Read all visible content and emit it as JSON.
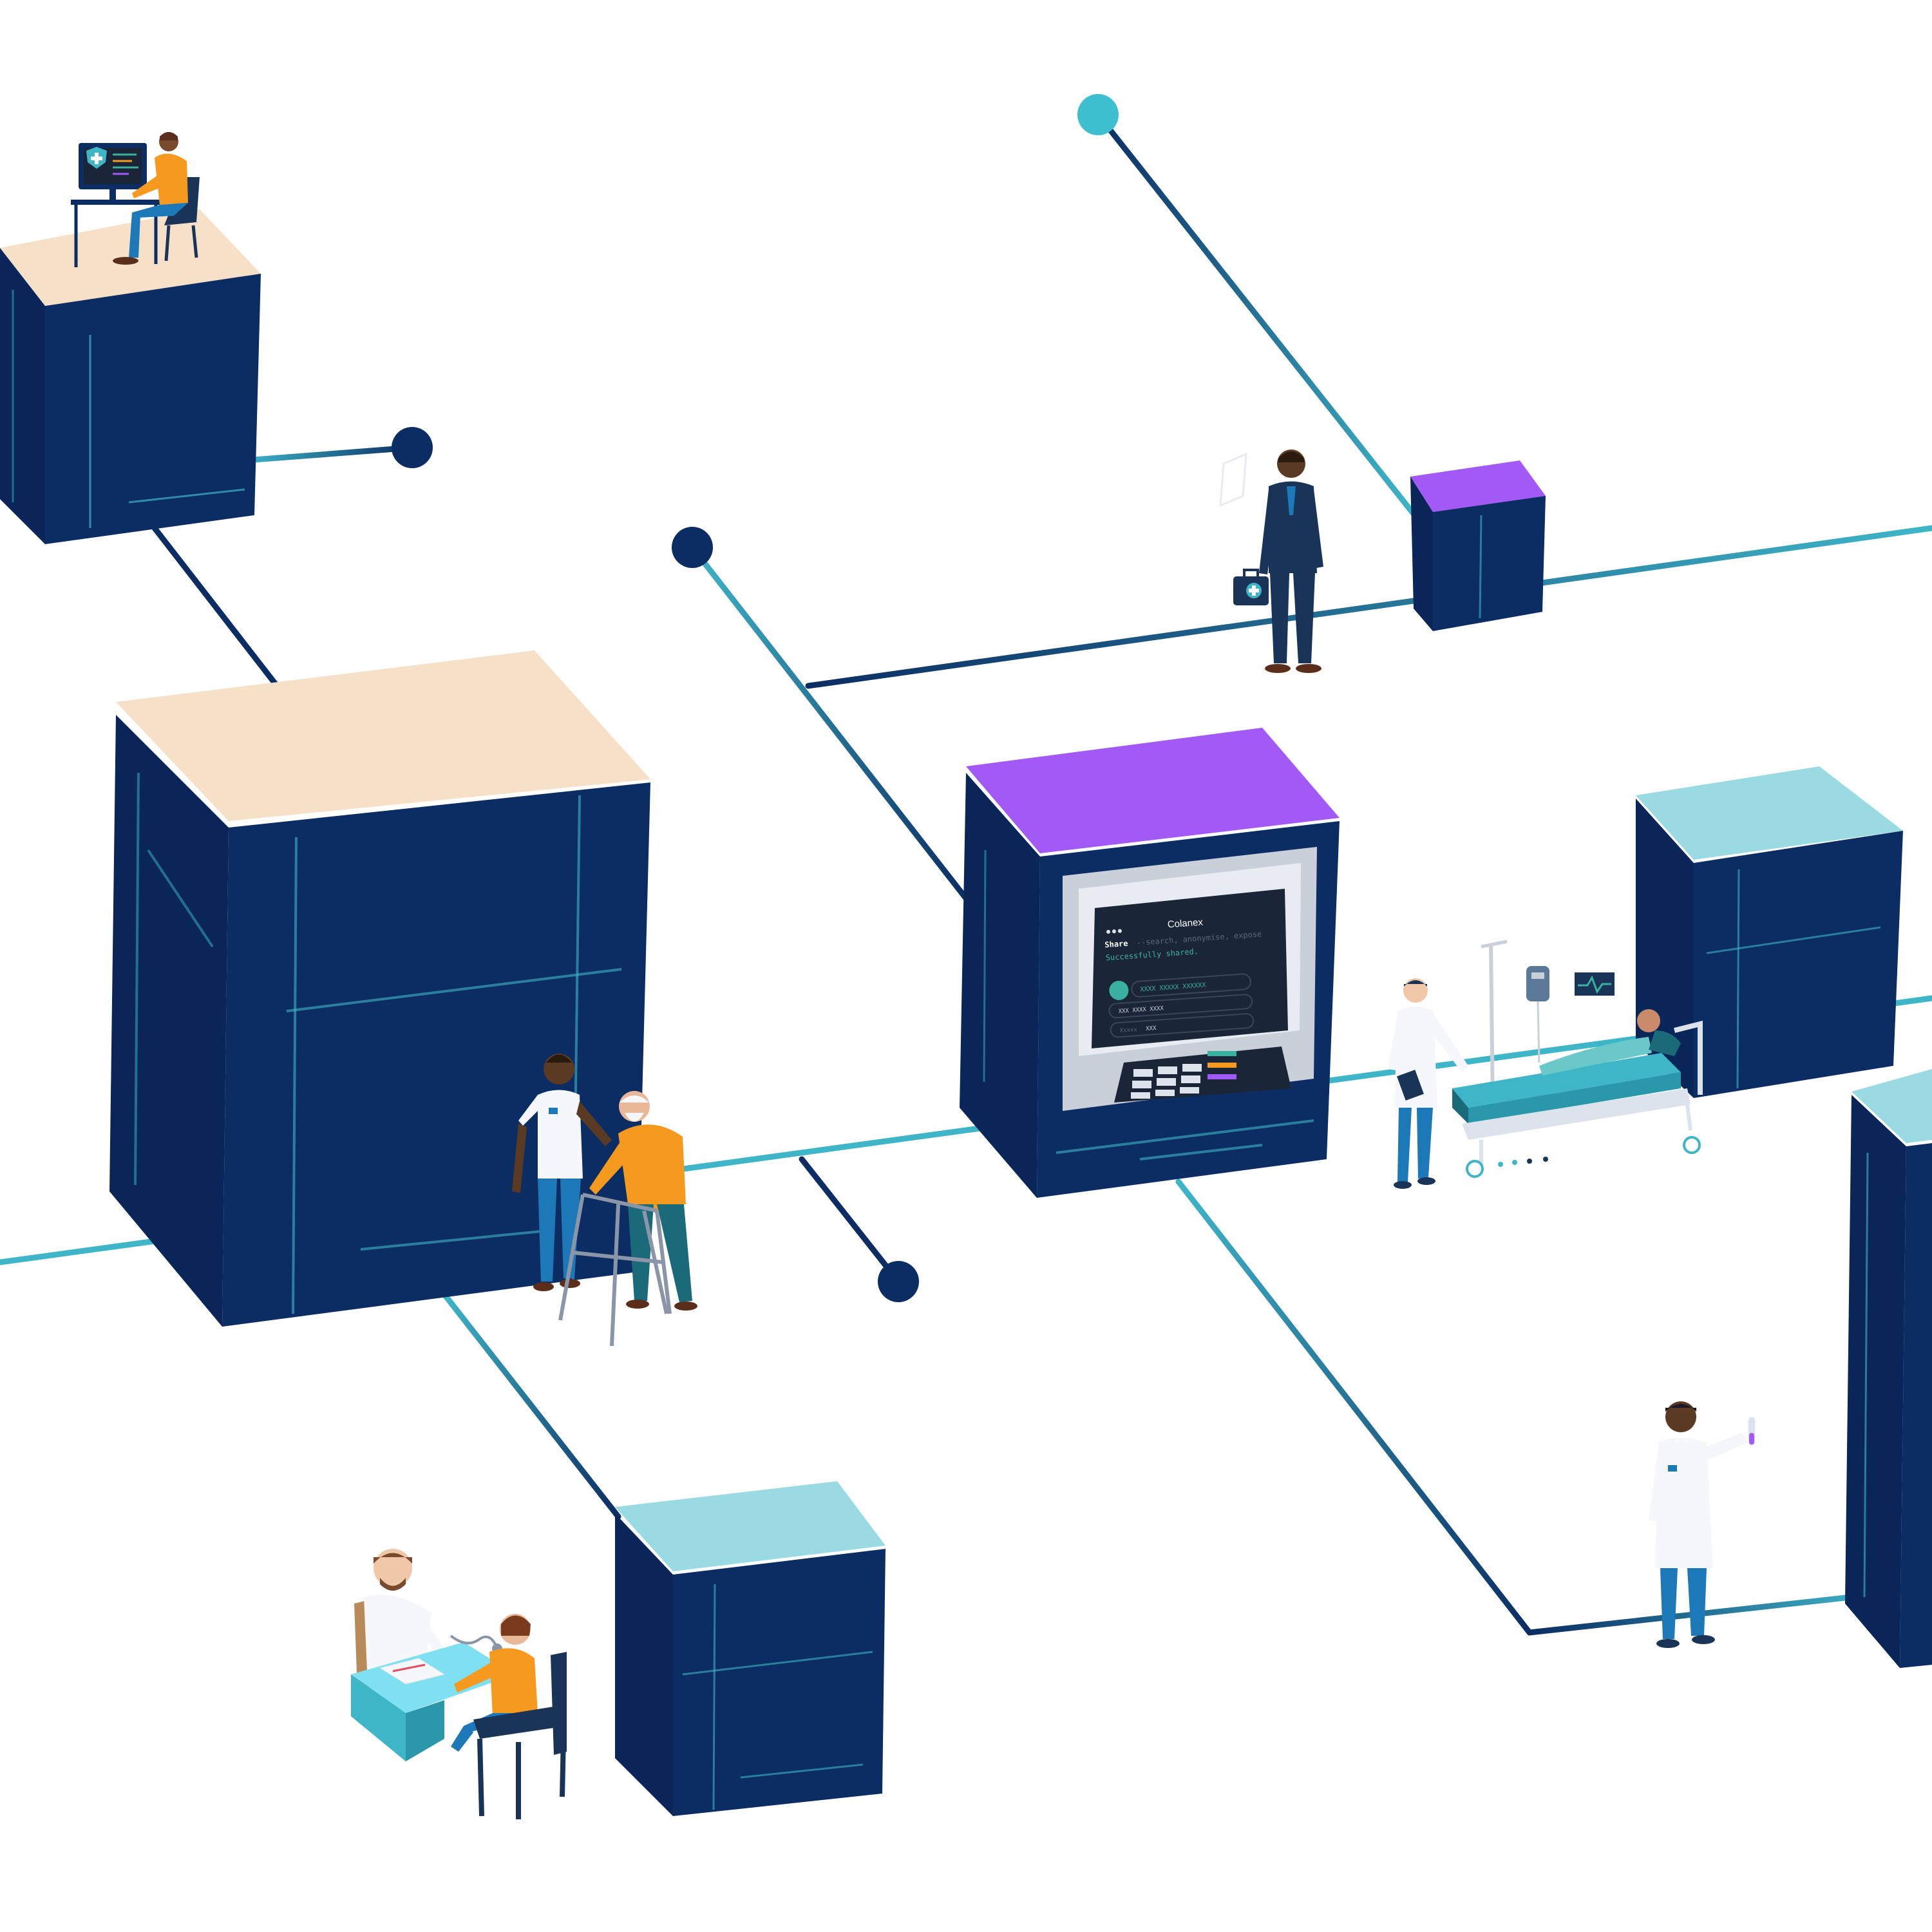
{
  "colors": {
    "navy": "#0b2d63",
    "navy_edge": "#0a2659",
    "teal_line": "#3fb6c8",
    "cyan_dot": "#3dbfd0",
    "purple_top": "#a259f5",
    "peach_top": "#f6e0c8",
    "light_cyan_top": "#9adbe3",
    "screen_bg": "#1a2638",
    "terminal_green": "#3ab0a0",
    "orange_shirt": "#f59a1e",
    "lab_white": "#f5f7fa",
    "trouser_blue": "#1d78b8"
  },
  "atm_screen": {
    "title": "Colanex",
    "command_keyword": "Share",
    "command_args": "--search, anonymise, expose",
    "status": "Successfully shared.",
    "field_1": "XXXX XXXXX XXXXXX",
    "field_2": "XXX XXXX XXXX",
    "field_3_label": "Xxxxx",
    "field_3_value": "XXX"
  },
  "icons": {
    "shield_cross": "shield-plus-icon",
    "heart_monitor": "heartbeat-icon",
    "iv_bag": "iv-drip-icon",
    "stethoscope": "stethoscope-icon"
  }
}
